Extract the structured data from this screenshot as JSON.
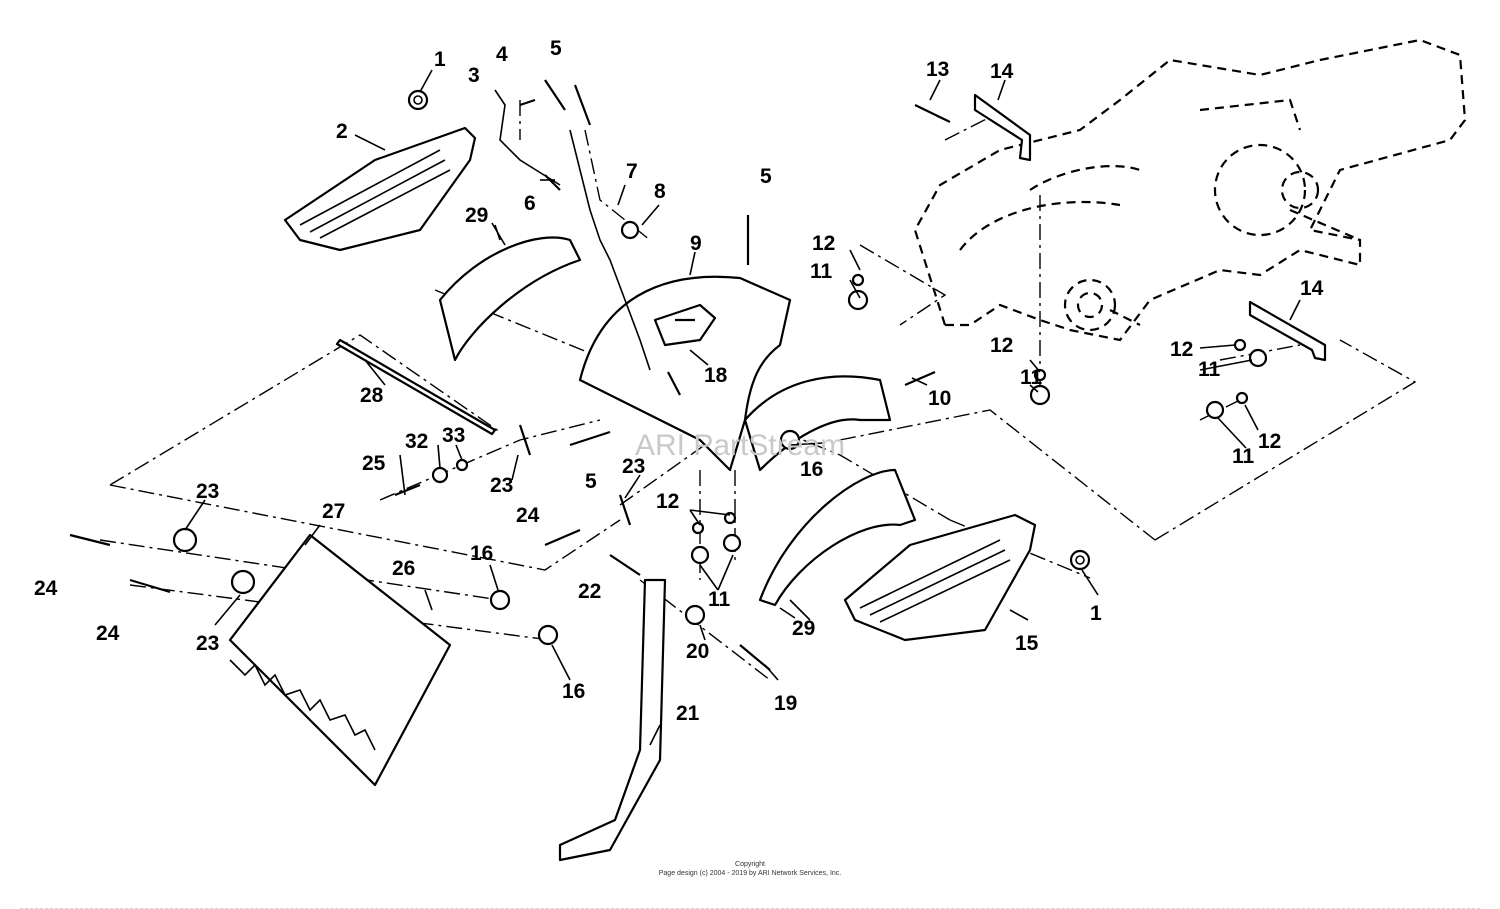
{
  "diagram": {
    "callouts": {
      "c1a": "1",
      "c1b": "1",
      "c2": "2",
      "c3": "3",
      "c4": "4",
      "c5a": "5",
      "c5b": "5",
      "c5c": "5",
      "c6": "6",
      "c7": "7",
      "c8": "8",
      "c9": "9",
      "c10": "10",
      "c11a": "11",
      "c11b": "11",
      "c11c": "11",
      "c11d": "11",
      "c11e": "11",
      "c12a": "12",
      "c12b": "12",
      "c12c": "12",
      "c12d": "12",
      "c12e": "12",
      "c13": "13",
      "c14a": "14",
      "c14b": "14",
      "c15": "15",
      "c16a": "16",
      "c16b": "16",
      "c16c": "16",
      "c18": "18",
      "c19": "19",
      "c20": "20",
      "c21": "21",
      "c22": "22",
      "c23a": "23",
      "c23b": "23",
      "c23c": "23",
      "c23d": "23",
      "c24a": "24",
      "c24b": "24",
      "c24c": "24",
      "c25": "25",
      "c26": "26",
      "c27": "27",
      "c28": "28",
      "c29a": "29",
      "c29b": "29",
      "c32": "32",
      "c33": "33"
    },
    "watermark": "ARI PartStream",
    "footer": {
      "line1": "Copyright",
      "line2": "Page design (c) 2004 - 2019 by ARI Network Services, Inc."
    }
  }
}
